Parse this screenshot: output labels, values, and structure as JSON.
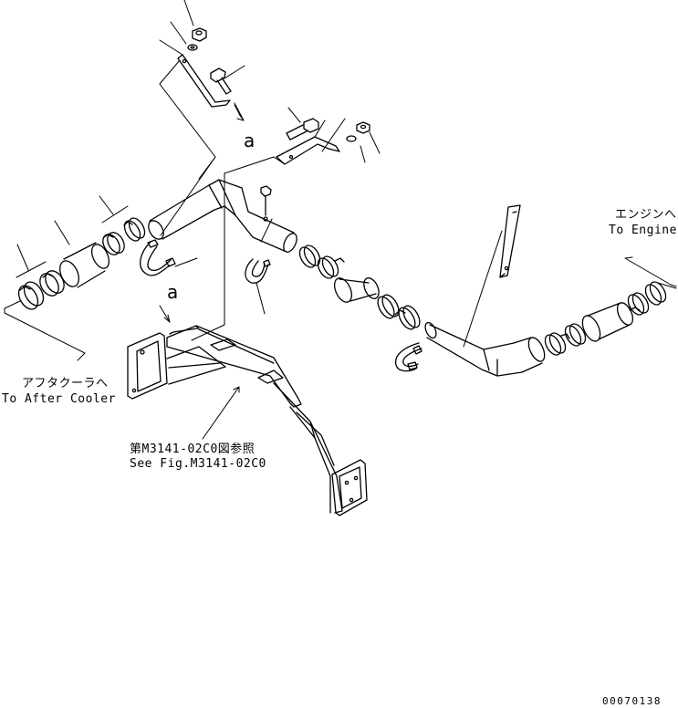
{
  "labels": {
    "to_after_cooler_jp": "アフタクーラへ",
    "to_after_cooler_en": "To After Cooler",
    "to_engine_jp": "エンジンへ",
    "to_engine_en": "To Engine",
    "see_fig_jp": "第M3141-02C0図参照",
    "see_fig_en": "See Fig.M3141-02C0",
    "ref_a_top": "a",
    "ref_a_left": "a",
    "doc_number": "00070138"
  }
}
